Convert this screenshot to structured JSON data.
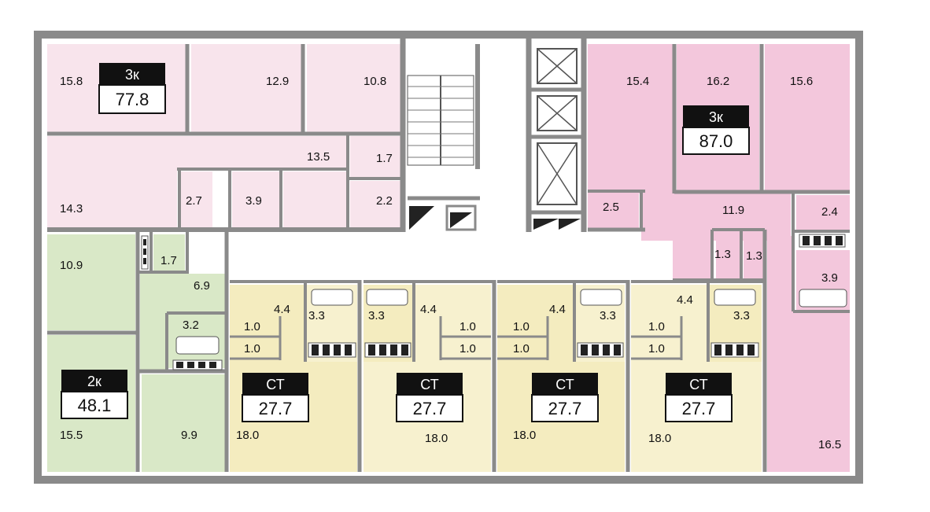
{
  "colors": {
    "wall": "#8a8a8a",
    "pink_light": "#f8e4ec",
    "pink": "#f3c7dc",
    "green": "#d9e8c7",
    "yellow": "#f4ecbf",
    "yellow_light": "#f7f1cf",
    "corridor": "#ffffff",
    "badge": "#111111"
  },
  "apartments": [
    {
      "type": "3к",
      "area": "77.8"
    },
    {
      "type": "3к",
      "area": "87.0"
    },
    {
      "type": "2к",
      "area": "48.1"
    },
    {
      "type": "СТ",
      "area": "27.7"
    },
    {
      "type": "СТ",
      "area": "27.7"
    },
    {
      "type": "СТ",
      "area": "27.7"
    },
    {
      "type": "СТ",
      "area": "27.7"
    }
  ],
  "rooms": [
    {
      "label": "15.8"
    },
    {
      "label": "12.9"
    },
    {
      "label": "10.8"
    },
    {
      "label": "13.5"
    },
    {
      "label": "1.7"
    },
    {
      "label": "14.3"
    },
    {
      "label": "2.7"
    },
    {
      "label": "3.9"
    },
    {
      "label": "2.2"
    },
    {
      "label": "15.4"
    },
    {
      "label": "16.2"
    },
    {
      "label": "15.6"
    },
    {
      "label": "2.5"
    },
    {
      "label": "11.9"
    },
    {
      "label": "2.4"
    },
    {
      "label": "1.3"
    },
    {
      "label": "1.3"
    },
    {
      "label": "3.9"
    },
    {
      "label": "16.5"
    },
    {
      "label": "10.9"
    },
    {
      "label": "1.7"
    },
    {
      "label": "6.9"
    },
    {
      "label": "3.2"
    },
    {
      "label": "15.5"
    },
    {
      "label": "9.9"
    },
    {
      "label": "4.4"
    },
    {
      "label": "3.3"
    },
    {
      "label": "1.0"
    },
    {
      "label": "1.0"
    },
    {
      "label": "18.0"
    },
    {
      "label": "3.3"
    },
    {
      "label": "4.4"
    },
    {
      "label": "1.0"
    },
    {
      "label": "1.0"
    },
    {
      "label": "18.0"
    },
    {
      "label": "1.0"
    },
    {
      "label": "1.0"
    },
    {
      "label": "4.4"
    },
    {
      "label": "3.3"
    },
    {
      "label": "18.0"
    },
    {
      "label": "4.4"
    },
    {
      "label": "1.0"
    },
    {
      "label": "1.0"
    },
    {
      "label": "3.3"
    },
    {
      "label": "18.0"
    }
  ]
}
